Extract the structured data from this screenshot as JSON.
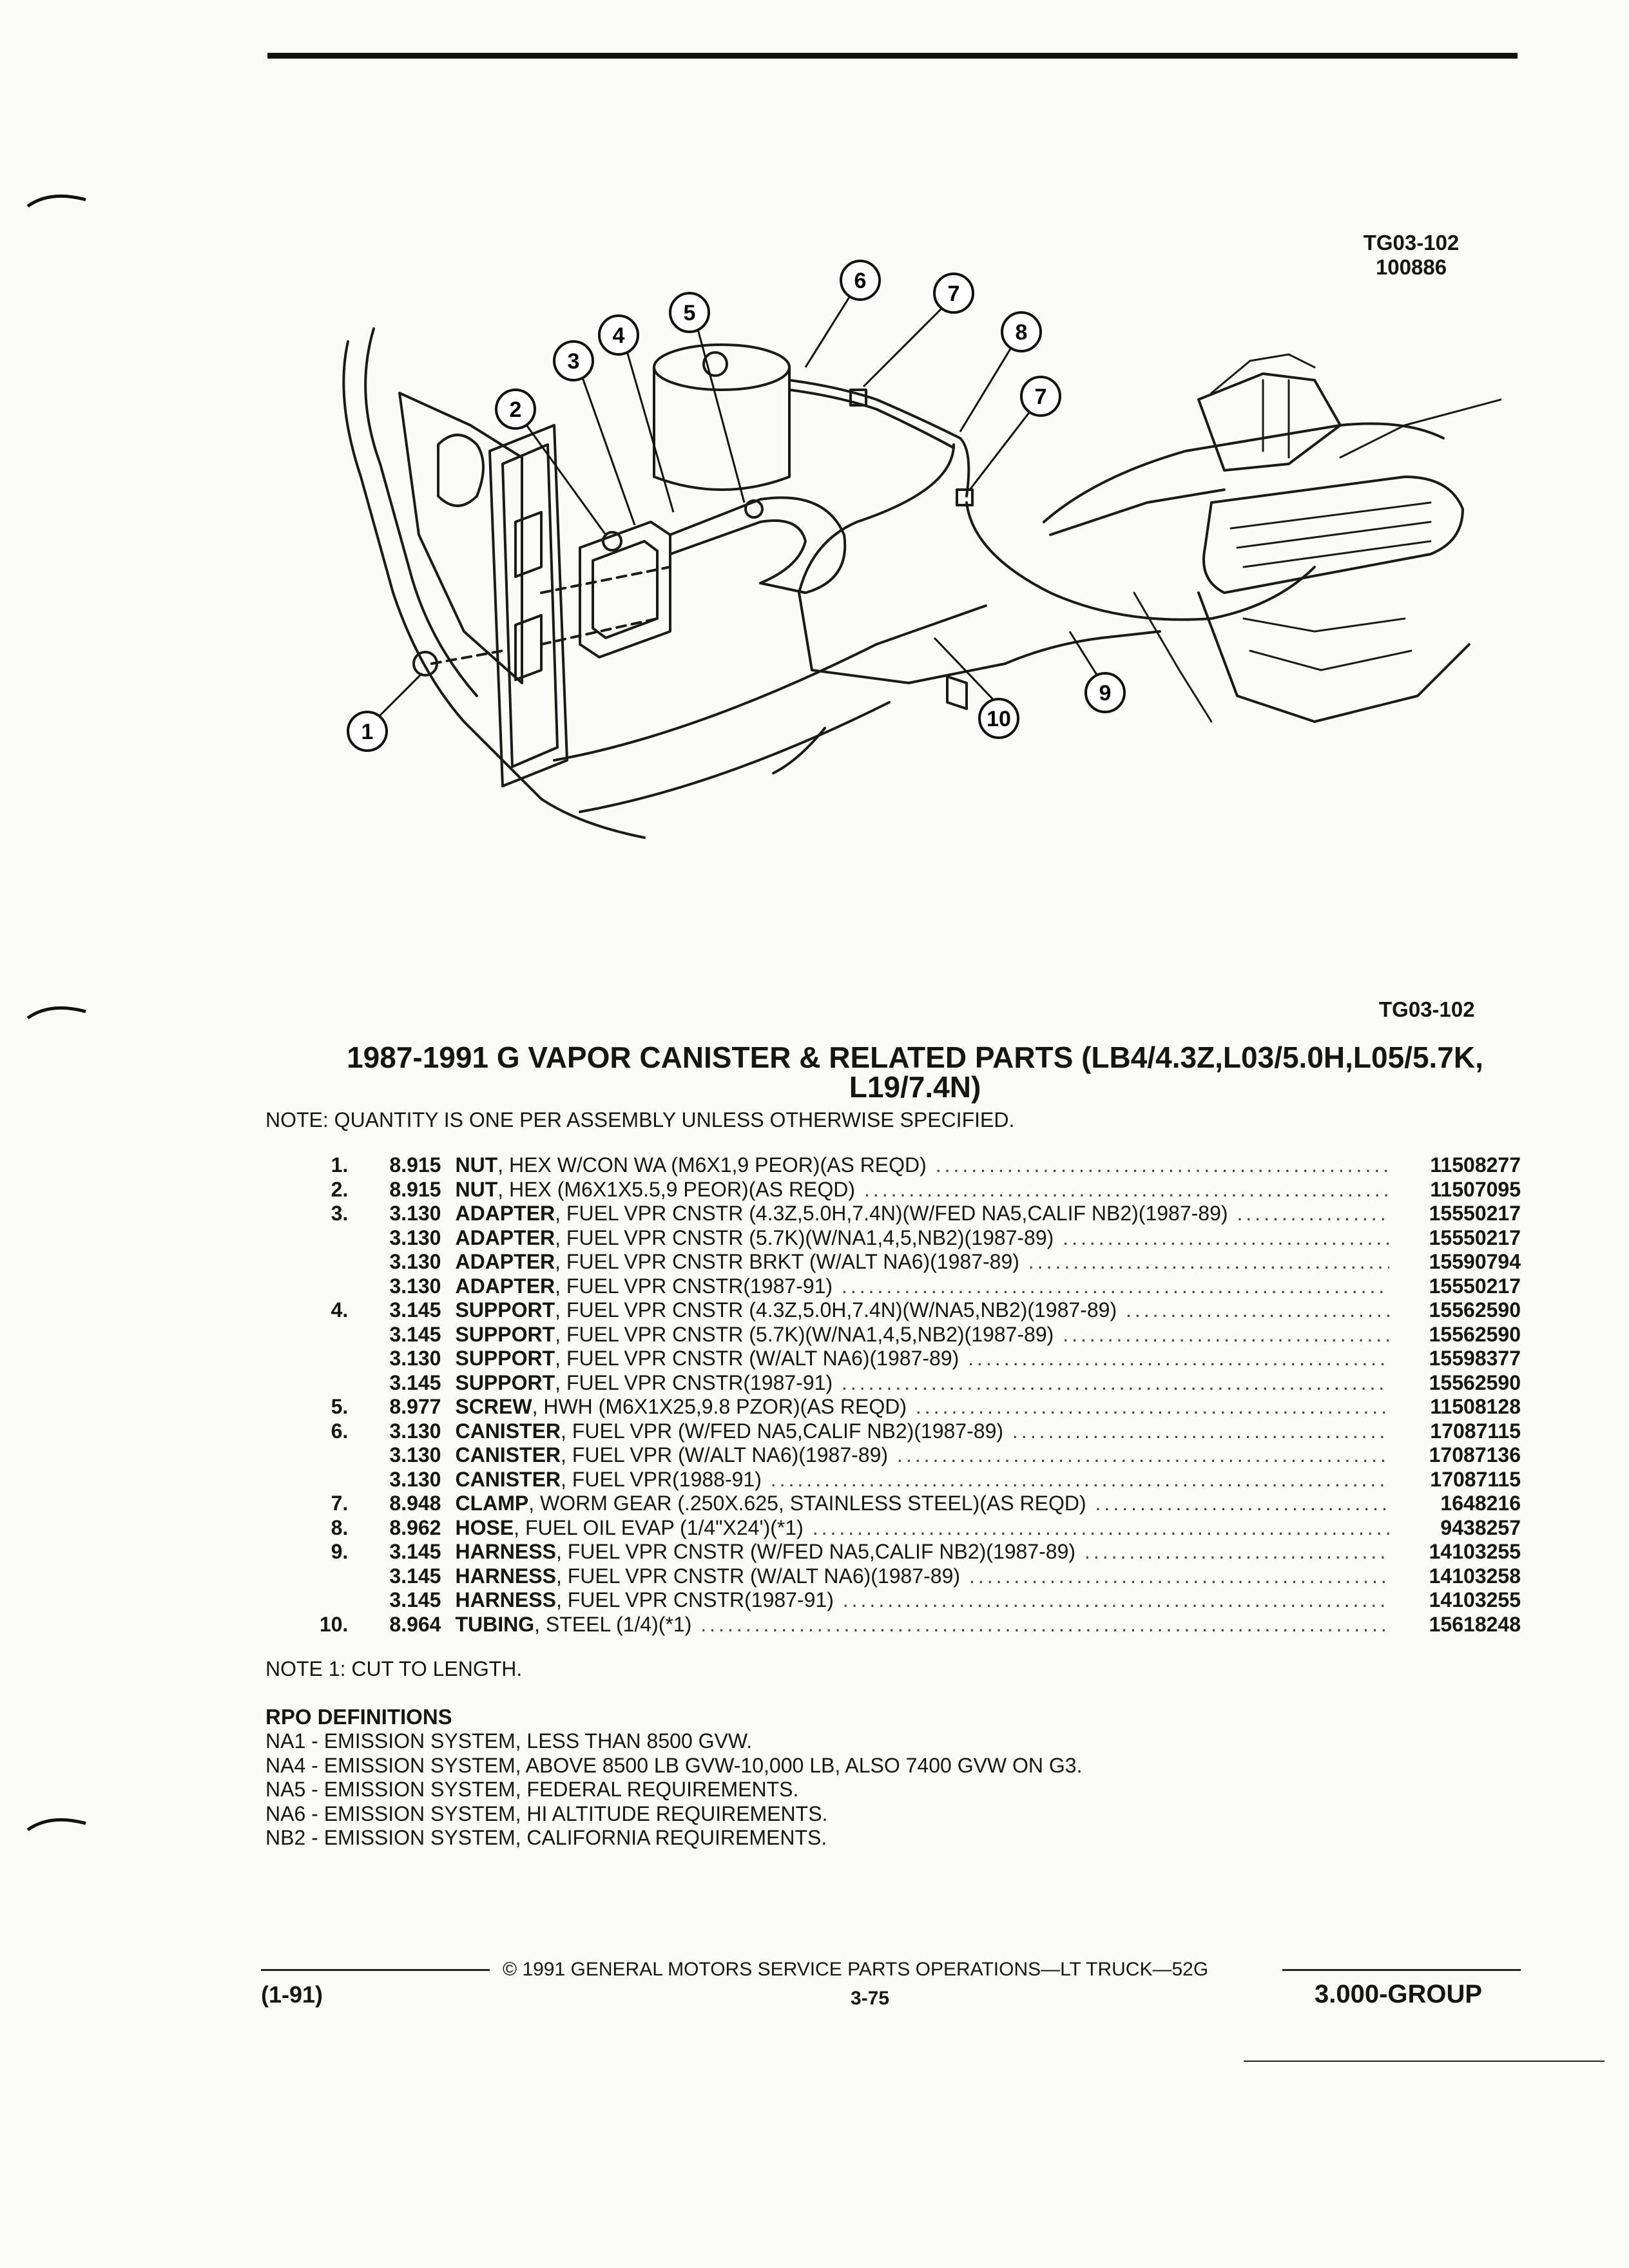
{
  "figure": {
    "code_top": "TG03-102",
    "code_top_2": "100886",
    "code_bottom": "TG03-102",
    "callouts": [
      "1",
      "2",
      "3",
      "4",
      "5",
      "6",
      "7",
      "7",
      "8",
      "9",
      "10"
    ]
  },
  "title_line1": "1987-1991 G VAPOR CANISTER & RELATED PARTS (LB4/4.3Z,L03/5.0H,L05/5.7K,",
  "title_line2": "L19/7.4N)",
  "note": "NOTE:  QUANTITY IS ONE PER ASSEMBLY UNLESS OTHERWISE SPECIFIED.",
  "parts": [
    {
      "num": "1.",
      "group": "8.915",
      "name": "NUT",
      "detail": ", HEX W/CON WA (M6X1,9 PEOR)(AS REQD)",
      "part_no": "11508277"
    },
    {
      "num": "2.",
      "group": "8.915",
      "name": "NUT",
      "detail": ", HEX (M6X1X5.5,9 PEOR)(AS REQD)",
      "part_no": "11507095"
    },
    {
      "num": "3.",
      "group": "3.130",
      "name": "ADAPTER",
      "detail": ", FUEL VPR CNSTR (4.3Z,5.0H,7.4N)(W/FED NA5,CALIF NB2)(1987-89)",
      "part_no": "15550217"
    },
    {
      "num": "",
      "group": "3.130",
      "name": "ADAPTER",
      "detail": ", FUEL VPR CNSTR (5.7K)(W/NA1,4,5,NB2)(1987-89)",
      "part_no": "15550217"
    },
    {
      "num": "",
      "group": "3.130",
      "name": "ADAPTER",
      "detail": ", FUEL VPR CNSTR BRKT (W/ALT NA6)(1987-89)",
      "part_no": "15590794"
    },
    {
      "num": "",
      "group": "3.130",
      "name": "ADAPTER",
      "detail": ", FUEL VPR CNSTR(1987-91)",
      "part_no": "15550217"
    },
    {
      "num": "4.",
      "group": "3.145",
      "name": "SUPPORT",
      "detail": ", FUEL VPR CNSTR (4.3Z,5.0H,7.4N)(W/NA5,NB2)(1987-89)",
      "part_no": "15562590"
    },
    {
      "num": "",
      "group": "3.145",
      "name": "SUPPORT",
      "detail": ", FUEL VPR CNSTR (5.7K)(W/NA1,4,5,NB2)(1987-89)",
      "part_no": "15562590"
    },
    {
      "num": "",
      "group": "3.130",
      "name": "SUPPORT",
      "detail": ", FUEL VPR CNSTR (W/ALT NA6)(1987-89)",
      "part_no": "15598377"
    },
    {
      "num": "",
      "group": "3.145",
      "name": "SUPPORT",
      "detail": ", FUEL VPR CNSTR(1987-91)",
      "part_no": "15562590"
    },
    {
      "num": "5.",
      "group": "8.977",
      "name": "SCREW",
      "detail": ", HWH (M6X1X25,9.8 PZOR)(AS REQD)",
      "part_no": "11508128"
    },
    {
      "num": "6.",
      "group": "3.130",
      "name": "CANISTER",
      "detail": ", FUEL VPR (W/FED NA5,CALIF NB2)(1987-89)",
      "part_no": "17087115"
    },
    {
      "num": "",
      "group": "3.130",
      "name": "CANISTER",
      "detail": ", FUEL VPR (W/ALT NA6)(1987-89)",
      "part_no": "17087136"
    },
    {
      "num": "",
      "group": "3.130",
      "name": "CANISTER",
      "detail": ", FUEL VPR(1988-91)",
      "part_no": "17087115"
    },
    {
      "num": "7.",
      "group": "8.948",
      "name": "CLAMP",
      "detail": ", WORM GEAR (.250X.625, STAINLESS STEEL)(AS REQD)",
      "part_no": "1648216"
    },
    {
      "num": "8.",
      "group": "8.962",
      "name": "HOSE",
      "detail": ", FUEL OIL EVAP (1/4\"X24')(*1)",
      "part_no": "9438257"
    },
    {
      "num": "9.",
      "group": "3.145",
      "name": "HARNESS",
      "detail": ", FUEL VPR CNSTR (W/FED NA5,CALIF NB2)(1987-89)",
      "part_no": "14103255"
    },
    {
      "num": "",
      "group": "3.145",
      "name": "HARNESS",
      "detail": ", FUEL VPR CNSTR (W/ALT NA6)(1987-89)",
      "part_no": "14103258"
    },
    {
      "num": "",
      "group": "3.145",
      "name": "HARNESS",
      "detail": ", FUEL VPR CNSTR(1987-91)",
      "part_no": "14103255"
    },
    {
      "num": "10.",
      "group": "8.964",
      "name": "TUBING",
      "detail": ", STEEL (1/4)(*1)",
      "part_no": "15618248"
    }
  ],
  "note1": "NOTE  1:  CUT TO LENGTH.",
  "rpo_heading": "RPO DEFINITIONS",
  "rpo": [
    "NA1 - EMISSION SYSTEM, LESS THAN 8500 GVW.",
    "NA4 - EMISSION SYSTEM, ABOVE 8500 LB GVW-10,000 LB, ALSO 7400 GVW ON G3.",
    "NA5 - EMISSION SYSTEM, FEDERAL REQUIREMENTS.",
    "NA6 - EMISSION SYSTEM, HI ALTITUDE REQUIREMENTS.",
    "NB2 - EMISSION SYSTEM, CALIFORNIA REQUIREMENTS."
  ],
  "footer": {
    "copyright": "© 1991  GENERAL MOTORS SERVICE PARTS OPERATIONS—LT TRUCK—52G",
    "date": "(1-91)",
    "page": "3-75",
    "group": "3.000-GROUP"
  }
}
